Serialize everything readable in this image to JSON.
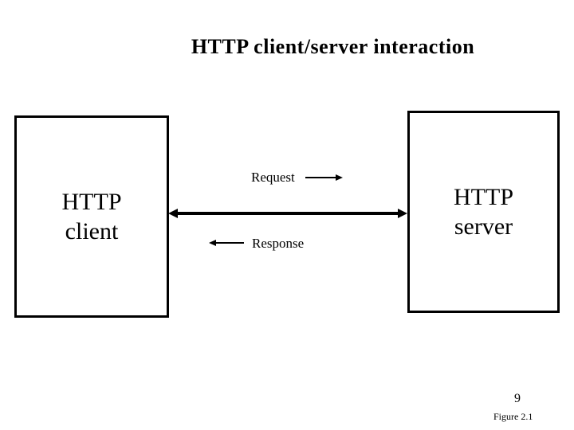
{
  "slide": {
    "title": "HTTP client/server interaction",
    "page_number": "9",
    "figure_caption": "Figure 2.1"
  },
  "diagram": {
    "client_box_label": "HTTP\nclient",
    "server_box_label": "HTTP\nserver",
    "request_label": "Request",
    "response_label": "Response",
    "arrows": {
      "exchange_arrow": "double-headed-horizontal-arrow",
      "request_arrow": "right-arrow",
      "response_arrow": "left-arrow"
    }
  },
  "colors": {
    "foreground": "#000000",
    "background": "#ffffff"
  }
}
